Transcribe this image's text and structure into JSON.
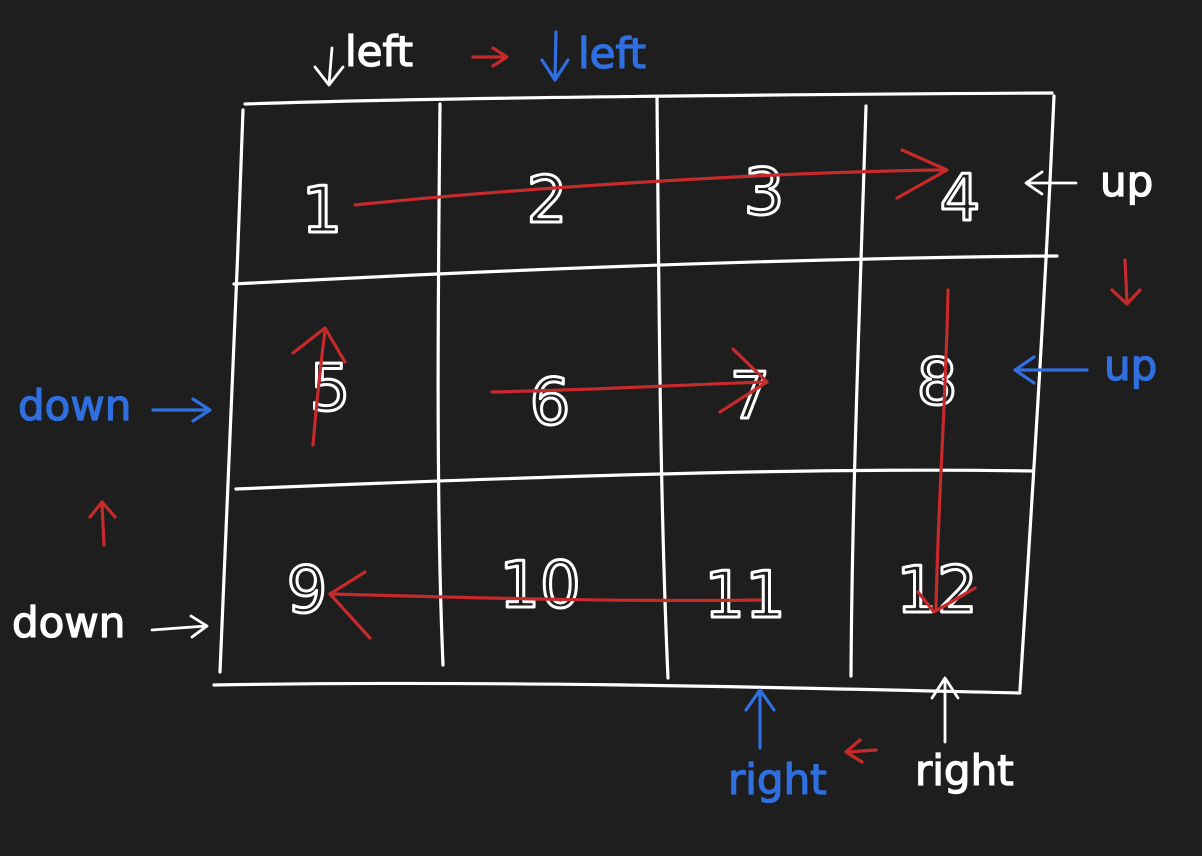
{
  "colors": {
    "background": "#1e1e1e",
    "ink": "#ffffff",
    "blue_ink": "#2f6fe0",
    "red_ink": "#c62a2a"
  },
  "matrix": {
    "rows": [
      [
        "1",
        "2",
        "3",
        "4"
      ],
      [
        "5",
        "6",
        "7",
        "8"
      ],
      [
        "9",
        "10",
        "11",
        "12"
      ]
    ]
  },
  "labels": {
    "left_initial": "left",
    "left_next": "left",
    "up_initial": "up",
    "up_next": "up",
    "down_next": "down",
    "down_initial": "down",
    "right_next": "right",
    "right_initial": "right"
  }
}
